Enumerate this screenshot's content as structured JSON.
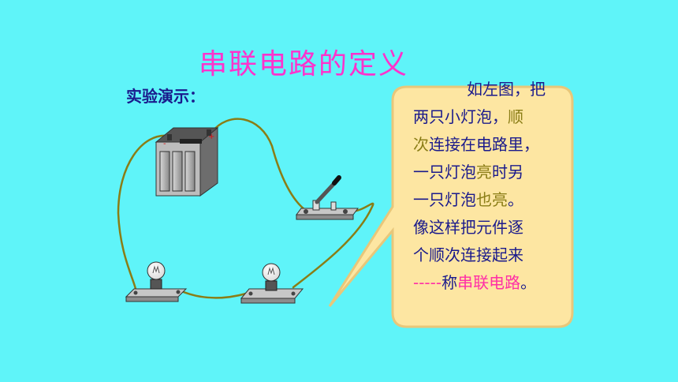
{
  "title": "串联电路的定义",
  "subtitle": "实验演示：",
  "battery": {
    "plus_label": "+",
    "minus_label": "-"
  },
  "callout": {
    "lines": [
      [
        {
          "t": "如左图，把",
          "s": ""
        }
      ],
      [
        {
          "t": "两只小灯泡，",
          "s": ""
        },
        {
          "t": "顺",
          "s": "olive"
        }
      ],
      [
        {
          "t": "次",
          "s": "olive"
        },
        {
          "t": "连接在电路里，",
          "s": ""
        }
      ],
      [
        {
          "t": "一只灯泡",
          "s": ""
        },
        {
          "t": "亮",
          "s": "olive"
        },
        {
          "t": "时另",
          "s": ""
        }
      ],
      [
        {
          "t": "一只灯泡",
          "s": ""
        },
        {
          "t": "也亮",
          "s": "olive"
        },
        {
          "t": "。",
          "s": ""
        }
      ],
      [
        {
          "t": "像这样把元件逐",
          "s": ""
        }
      ],
      [
        {
          "t": "个顺次连接起来",
          "s": ""
        }
      ],
      [
        {
          "t": "-----",
          "s": "pink"
        },
        {
          "t": "称",
          "s": ""
        },
        {
          "t": "串联电路",
          "s": "pink"
        },
        {
          "t": "。",
          "s": ""
        }
      ]
    ]
  },
  "colors": {
    "background": "#5ff4f9",
    "title": "#ff33cc",
    "text": "#1a1a8c",
    "highlight_olive": "#8a7d16",
    "highlight_pink": "#ff2fa6",
    "callout_fill": "#fde6a2",
    "callout_border": "#e8c77a",
    "wire": "#8a7d16"
  }
}
